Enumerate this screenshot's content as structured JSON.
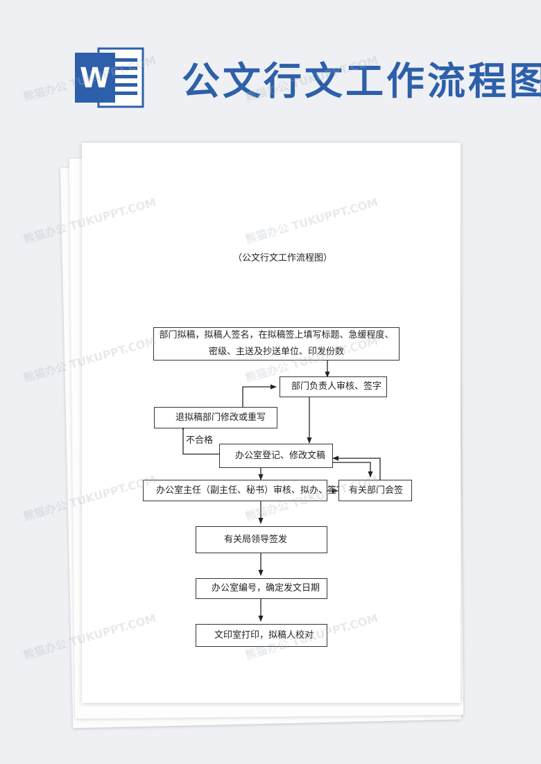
{
  "banner": {
    "title": "公文行文工作流程图",
    "icon_letter": "W",
    "brand_color": "#2d5faa"
  },
  "document": {
    "title": "（公文行文工作流程图）"
  },
  "flow": {
    "nodes": {
      "draft_line1": "部门拟稿，拟稿人签名，在拟稿签上填写标题、急缓程度、",
      "draft_line2": "密级、主送及抄送单位、印发份数",
      "dept_review": "部门负责人审核、签字",
      "return_revise": "退拟稿部门修改或重写",
      "office_register": "办公室登记、修改文稿",
      "director_review": "办公室主任（副主任、秘书）审核、拟办、签字",
      "countersign": "有关部门会签",
      "leader_sign": "有关局领导签发",
      "office_number": "办公室编号，确定发文日期",
      "print_proof": "文印室打印，拟稿人校对"
    },
    "edge_labels": {
      "fail": "不合格"
    }
  },
  "watermark": {
    "text": "熊猫办公 TUKUPPT.COM"
  }
}
